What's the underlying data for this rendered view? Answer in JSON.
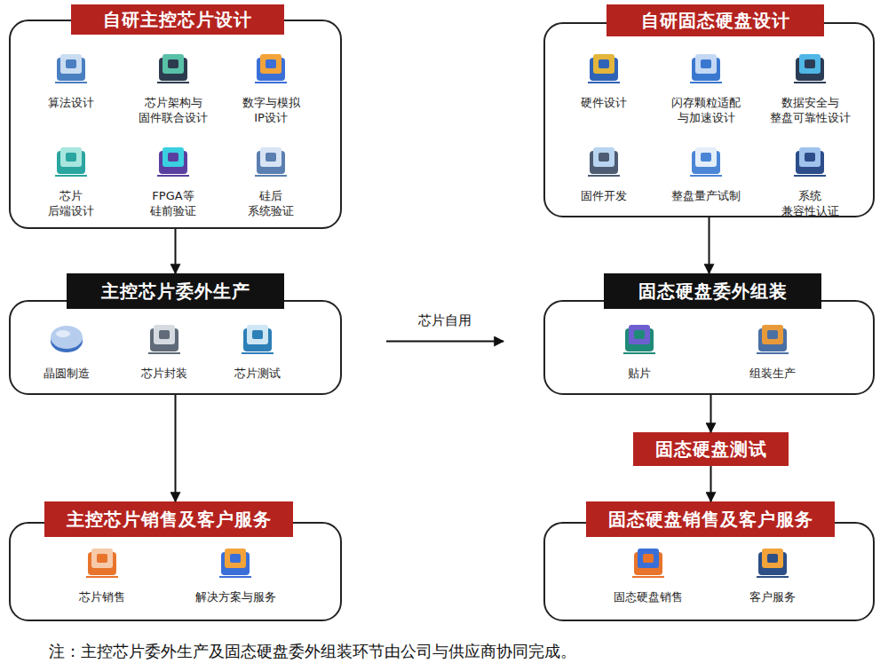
{
  "diagram": {
    "nodes": [
      {
        "text": [
          "自研主控芯片设计"
        ]
      },
      {
        "text": [
          "算法设计"
        ],
        "in": 0
      },
      {
        "text": [
          "芯片架构与 固件联合设计"
        ],
        "in": 0
      },
      {
        "text": [
          "数字与模拟 IP设计"
        ],
        "in": 0
      },
      {
        "text": [
          "芯片 后端设计"
        ],
        "in": 0
      },
      {
        "text": [
          "FPGA等 硅前验证"
        ],
        "in": 0
      },
      {
        "text": [
          "硅后 系统验证"
        ],
        "in": 0
      },
      {
        "text": [
          "主控芯片委外生产"
        ]
      },
      {
        "text": [
          "晶圆制造"
        ],
        "in": 7
      },
      {
        "text": [
          "芯片封装"
        ],
        "in": 7
      },
      {
        "text": [
          "芯片测试"
        ],
        "in": 7
      },
      {
        "text": [
          "主控芯片销售及客户服务"
        ]
      },
      {
        "text": [
          "芯片销售"
        ],
        "in": 11
      },
      {
        "text": [
          "解决方案与服务"
        ],
        "in": 11
      },
      {
        "text": [
          "自研固态硬盘设计"
        ]
      },
      {
        "text": [
          "硬件设计"
        ],
        "in": 14
      },
      {
        "text": [
          "闪存颗粒适配 与加速设计"
        ],
        "in": 14
      },
      {
        "text": [
          "数据安全与 整盘可靠性设计"
        ],
        "in": 14
      },
      {
        "text": [
          "固件开发"
        ],
        "in": 14
      },
      {
        "text": [
          "整盘量产试制"
        ],
        "in": 14
      },
      {
        "text": [
          "系统 兼容性认证"
        ],
        "in": 14
      },
      {
        "text": [
          "固态硬盘委外组装"
        ]
      },
      {
        "text": [
          "贴片"
        ],
        "in": 21
      },
      {
        "text": [
          "组装生产"
        ],
        "in": 21
      },
      {
        "text": [
          "固态硬盘测试"
        ]
      },
      {
        "text": [
          "固态硬盘销售及客户服务"
        ]
      },
      {
        "text": [
          "固态硬盘销售"
        ],
        "in": 25
      },
      {
        "text": [
          "客户服务"
        ],
        "in": 25
      }
    ],
    "edges": [
      {
        "from": 0,
        "to": 7,
        "arrow": "to"
      },
      {
        "from": 7,
        "to": 11,
        "arrow": "to"
      },
      {
        "from": 7,
        "to": 21,
        "label": "芯片自用",
        "arrow": "to"
      },
      {
        "from": 14,
        "to": 21,
        "arrow": "to"
      },
      {
        "from": 21,
        "to": 24,
        "arrow": "to"
      },
      {
        "from": 24,
        "to": 25,
        "arrow": "to"
      }
    ],
    "labels": [
      "注：主控芯片委外生产及固态硬盘委外组装环节由公司与供应商协同完成。"
    ]
  }
}
